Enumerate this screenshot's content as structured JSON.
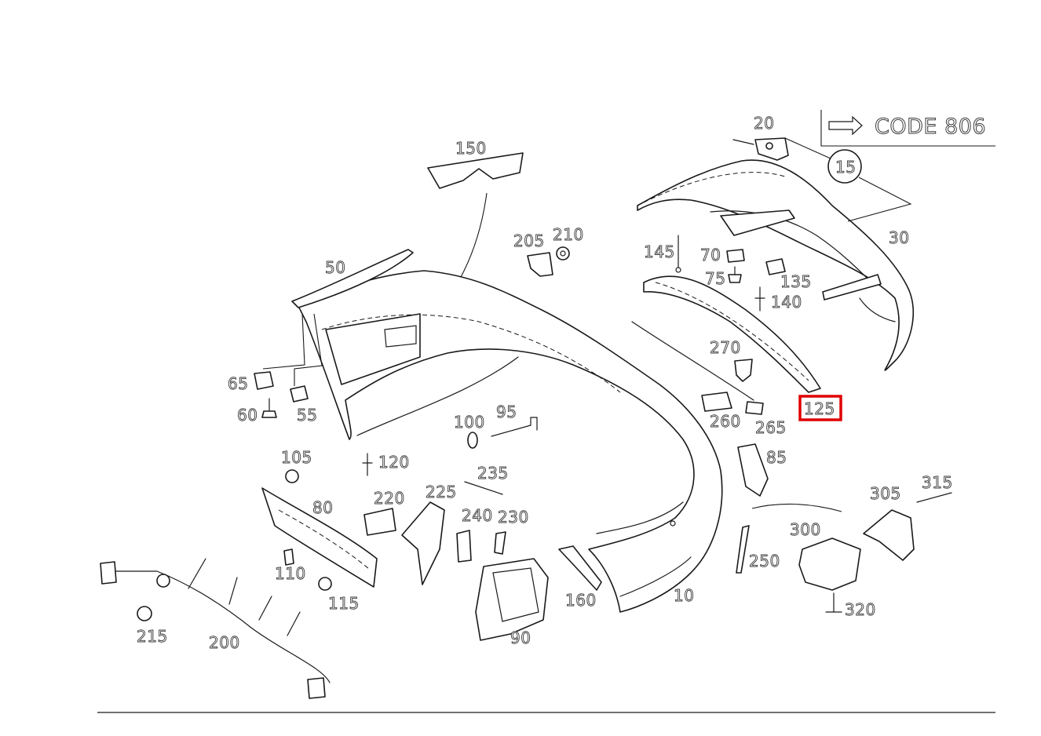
{
  "code_box": {
    "text": "CODE 806",
    "arrow_icon": "double-arrow-right-icon"
  },
  "group_callout": "15",
  "highlighted_part": "125",
  "highlight_color": "#e00000",
  "labels": {
    "p10": "10",
    "p20": "20",
    "p30": "30",
    "p50": "50",
    "p55": "55",
    "p60": "60",
    "p65": "65",
    "p70": "70",
    "p75": "75",
    "p80": "80",
    "p85": "85",
    "p90": "90",
    "p95": "95",
    "p100": "100",
    "p105": "105",
    "p110": "110",
    "p115": "115",
    "p120": "120",
    "p125": "125",
    "p135": "135",
    "p140": "140",
    "p145": "145",
    "p150": "150",
    "p160": "160",
    "p200": "200",
    "p205": "205",
    "p210": "210",
    "p215": "215",
    "p220": "220",
    "p225": "225",
    "p230": "230",
    "p235": "235",
    "p240": "240",
    "p250": "250",
    "p260": "260",
    "p265": "265",
    "p270": "270",
    "p300": "300",
    "p305": "305",
    "p315": "315",
    "p320": "320"
  }
}
